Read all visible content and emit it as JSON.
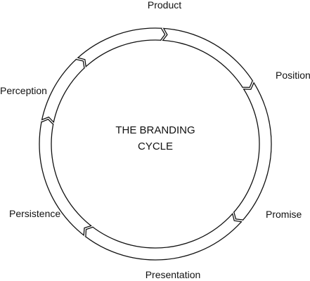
{
  "diagram": {
    "center_title": {
      "line1": "THE BRANDING",
      "line2": "CYCLE"
    },
    "stages": [
      {
        "id": "product",
        "label": "Product"
      },
      {
        "id": "position",
        "label": "Position"
      },
      {
        "id": "promise",
        "label": "Promise"
      },
      {
        "id": "presentation",
        "label": "Presentation"
      },
      {
        "id": "persistence",
        "label": "Persistence"
      },
      {
        "id": "perception",
        "label": "Perception"
      }
    ]
  }
}
